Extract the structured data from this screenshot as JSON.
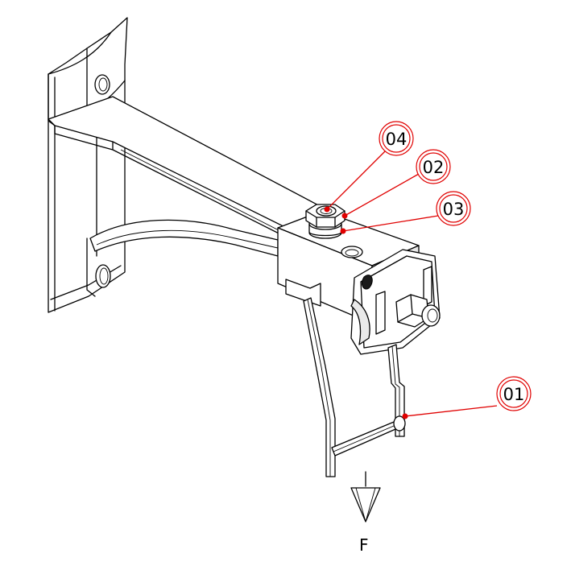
{
  "callouts": [
    {
      "id": "04",
      "label": "04"
    },
    {
      "id": "02",
      "label": "02"
    },
    {
      "id": "03",
      "label": "03"
    },
    {
      "id": "01",
      "label": "01"
    }
  ],
  "force": {
    "label": "F"
  },
  "colors": {
    "callout_red": "#e00000",
    "line": "#000000",
    "background": "#ffffff"
  }
}
